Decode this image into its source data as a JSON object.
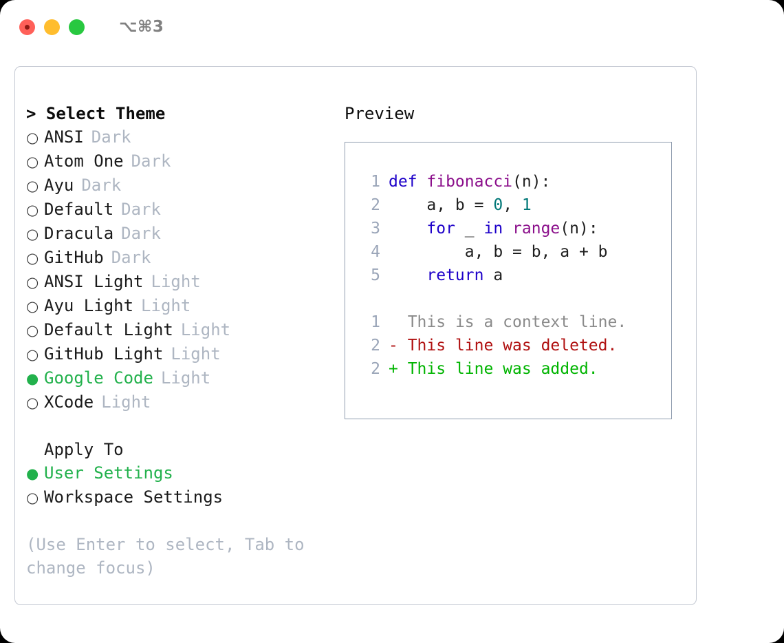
{
  "window": {
    "shortcut": "⌥⌘3",
    "traffic_lights": [
      "close",
      "minimize",
      "zoom"
    ]
  },
  "left": {
    "heading": "> Select Theme",
    "themes": [
      {
        "name": "ANSI",
        "tag": "Dark",
        "selected": false,
        "bullet": "○"
      },
      {
        "name": "Atom One",
        "tag": "Dark",
        "selected": false,
        "bullet": "○"
      },
      {
        "name": "Ayu",
        "tag": "Dark",
        "selected": false,
        "bullet": "○"
      },
      {
        "name": "Default",
        "tag": "Dark",
        "selected": false,
        "bullet": "○"
      },
      {
        "name": "Dracula",
        "tag": "Dark",
        "selected": false,
        "bullet": "○"
      },
      {
        "name": "GitHub",
        "tag": "Dark",
        "selected": false,
        "bullet": "○"
      },
      {
        "name": "ANSI Light",
        "tag": "Light",
        "selected": false,
        "bullet": "○"
      },
      {
        "name": "Ayu Light",
        "tag": "Light",
        "selected": false,
        "bullet": "○"
      },
      {
        "name": "Default Light",
        "tag": "Light",
        "selected": false,
        "bullet": "○"
      },
      {
        "name": "GitHub Light",
        "tag": "Light",
        "selected": false,
        "bullet": "○"
      },
      {
        "name": "Google Code",
        "tag": "Light",
        "selected": true,
        "bullet": "●"
      },
      {
        "name": "XCode",
        "tag": "Light",
        "selected": false,
        "bullet": "○"
      }
    ],
    "apply_to_header": "Apply To",
    "apply_to": [
      {
        "name": "User Settings",
        "selected": true,
        "bullet": "●"
      },
      {
        "name": "Workspace Settings",
        "selected": false,
        "bullet": "○"
      }
    ],
    "hint": "(Use Enter to select, Tab to change focus)"
  },
  "right": {
    "preview_title": "Preview",
    "code_lines": [
      {
        "num": "1",
        "tokens": [
          {
            "t": "def ",
            "c": "kw"
          },
          {
            "t": "fibonacci",
            "c": "fn"
          },
          {
            "t": "(n):",
            "c": "punc"
          }
        ]
      },
      {
        "num": "2",
        "tokens": [
          {
            "t": "    a, b = ",
            "c": "var"
          },
          {
            "t": "0",
            "c": "num"
          },
          {
            "t": ", ",
            "c": "punc"
          },
          {
            "t": "1",
            "c": "num"
          }
        ]
      },
      {
        "num": "3",
        "tokens": [
          {
            "t": "    ",
            "c": "punc"
          },
          {
            "t": "for",
            "c": "kw"
          },
          {
            "t": " _ ",
            "c": "var"
          },
          {
            "t": "in",
            "c": "kw"
          },
          {
            "t": " ",
            "c": "punc"
          },
          {
            "t": "range",
            "c": "fn"
          },
          {
            "t": "(n):",
            "c": "punc"
          }
        ]
      },
      {
        "num": "4",
        "tokens": [
          {
            "t": "        a, b = b, a + b",
            "c": "var"
          }
        ]
      },
      {
        "num": "5",
        "tokens": [
          {
            "t": "    ",
            "c": "punc"
          },
          {
            "t": "return",
            "c": "kw"
          },
          {
            "t": " a",
            "c": "var"
          }
        ]
      }
    ],
    "diff_lines": [
      {
        "num": "1",
        "marker": "  ",
        "text": "This is a context line.",
        "kind": "ctx"
      },
      {
        "num": "2",
        "marker": "- ",
        "text": "This line was deleted.",
        "kind": "del"
      },
      {
        "num": "2",
        "marker": "+ ",
        "text": "This line was added.",
        "kind": "add"
      }
    ]
  },
  "colors": {
    "accent_green": "#22b14c",
    "muted": "#aeb6c2",
    "panel_border": "#c3c8d2",
    "preview_border": "#8f9cae",
    "keyword": "#1d00c9",
    "function": "#8b0f8b",
    "number": "#007777",
    "diff_add": "#00b400",
    "diff_del": "#b01010",
    "diff_ctx": "#8a8a8a",
    "line_number": "#9aa5b8"
  }
}
